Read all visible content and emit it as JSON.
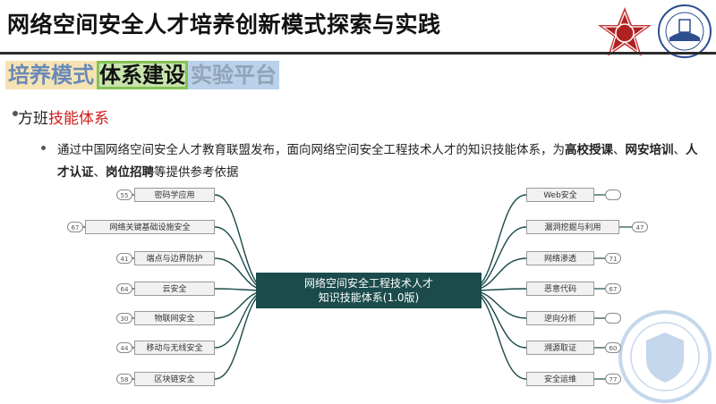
{
  "header": {
    "title": "网络空间安全人才培养创新模式探索与实践"
  },
  "tabs": [
    "培养模式",
    "体系建设",
    "实验平台"
  ],
  "bullet1": {
    "prefix": "方班",
    "highlight": "技能体系"
  },
  "bullet2": {
    "t1": "通过中国网络空间安全人才教育联盟发布，面向网络空间安全工程技术人才的知识技能体系，为",
    "b1": "高校授课",
    "s1": "、",
    "b2": "网安培训",
    "s2": "、",
    "b3": "人才认证",
    "s3": "、",
    "b4": "岗位招聘",
    "t2": "等提供参考依据"
  },
  "mindmap": {
    "center": [
      "网络空间安全工程技术人才",
      "知识技能体系(1.0版)"
    ],
    "left": [
      {
        "label": "密码学应用",
        "num": "55"
      },
      {
        "label": "网络关键基础设施安全",
        "num": "67"
      },
      {
        "label": "端点与边界防护",
        "num": "41"
      },
      {
        "label": "云安全",
        "num": "64"
      },
      {
        "label": "物联网安全",
        "num": "30"
      },
      {
        "label": "移动与无线安全",
        "num": "44"
      },
      {
        "label": "区块链安全",
        "num": "58"
      }
    ],
    "right": [
      {
        "label": "Web安全",
        "num": ""
      },
      {
        "label": "漏洞挖掘与利用",
        "num": "47"
      },
      {
        "label": "网络渗透",
        "num": "71"
      },
      {
        "label": "恶意代码",
        "num": "67"
      },
      {
        "label": "逆向分析",
        "num": ""
      },
      {
        "label": "溯源取证",
        "num": "60"
      },
      {
        "label": "安全运维",
        "num": "77"
      }
    ]
  },
  "colors": {
    "center_bg": "#1b4b4b",
    "highlight": "#d11b1b",
    "tab2_border": "#85c255"
  }
}
